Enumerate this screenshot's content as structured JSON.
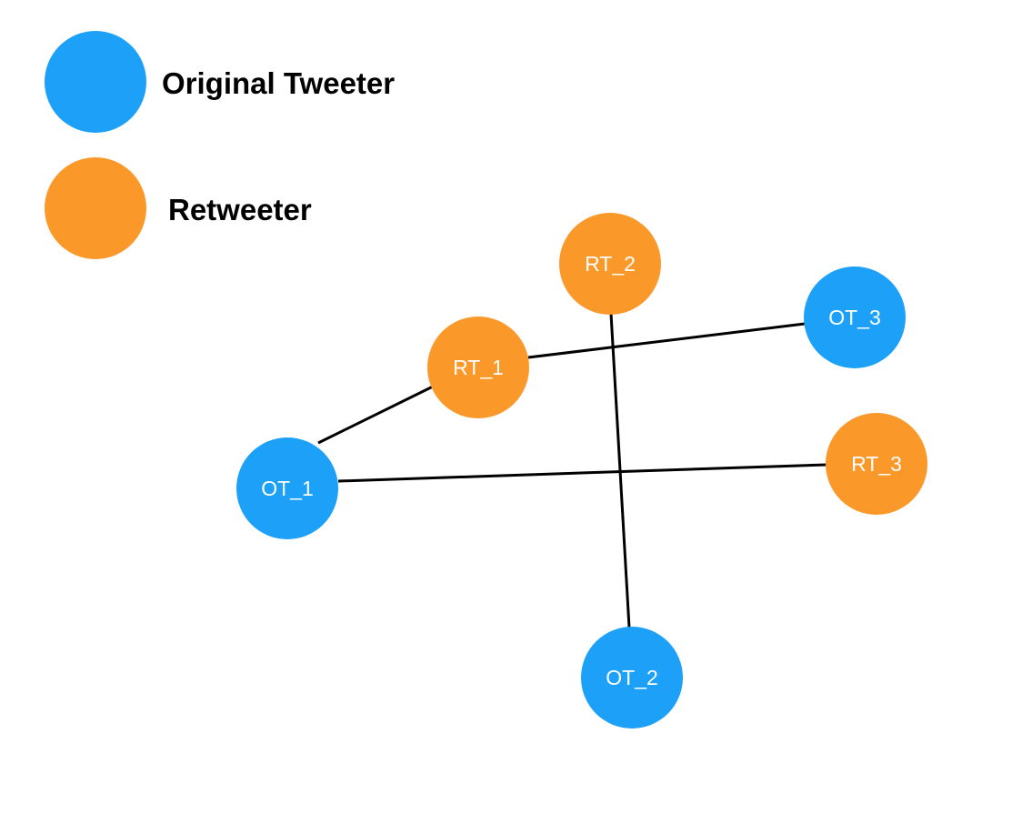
{
  "colors": {
    "original_tweeter": "#1da1f8",
    "retweeter": "#fb982a",
    "edge": "#000000",
    "node_text": "#ffffff"
  },
  "legend": [
    {
      "id": "original",
      "label": "Original Tweeter",
      "type": "original_tweeter"
    },
    {
      "id": "retweet",
      "label": "Retweeter",
      "type": "retweeter"
    }
  ],
  "nodes": [
    {
      "id": "rt2",
      "label": "RT_2",
      "type": "retweeter"
    },
    {
      "id": "ot3",
      "label": "OT_3",
      "type": "original_tweeter"
    },
    {
      "id": "rt1",
      "label": "RT_1",
      "type": "retweeter"
    },
    {
      "id": "ot1",
      "label": "OT_1",
      "type": "original_tweeter"
    },
    {
      "id": "rt3",
      "label": "RT_3",
      "type": "retweeter"
    },
    {
      "id": "ot2",
      "label": "OT_2",
      "type": "original_tweeter"
    }
  ],
  "edges": [
    {
      "from": "ot1",
      "to": "rt1"
    },
    {
      "from": "rt1",
      "to": "ot3"
    },
    {
      "from": "ot1",
      "to": "rt3"
    },
    {
      "from": "rt2",
      "to": "ot2"
    }
  ]
}
